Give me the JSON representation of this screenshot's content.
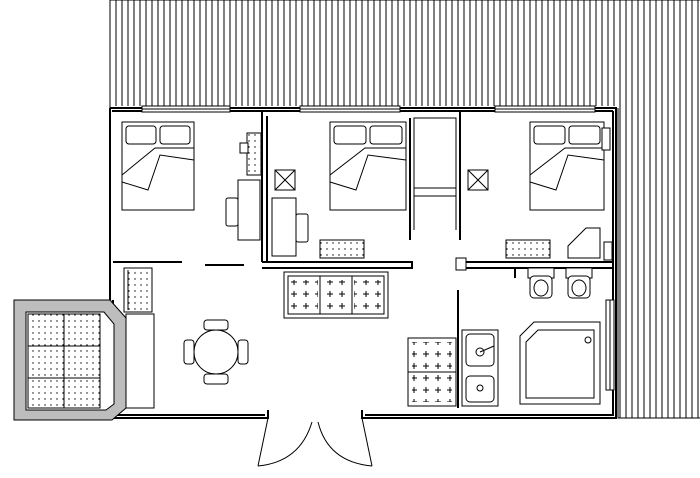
{
  "plan": {
    "rooms": [
      "bedroom",
      "bedroom",
      "bedroom",
      "living-room",
      "kitchen",
      "bathroom",
      "balcony"
    ],
    "colors": {
      "line": "#000000",
      "background": "#ffffff",
      "wall-fill": "#bdbdbd"
    }
  }
}
